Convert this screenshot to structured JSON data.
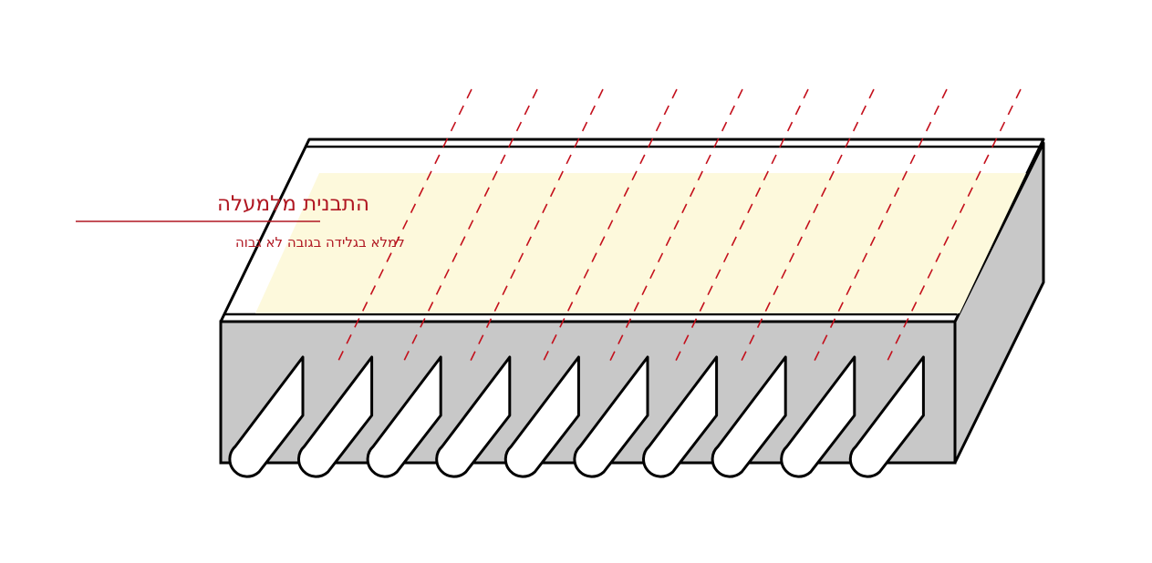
{
  "labels": {
    "title": "התבנית מלמעלה",
    "subtitle": "למלא בגלידה בגובה לא גבוה"
  },
  "colors": {
    "fill_area": "#fdf9dc",
    "mold_gray": "#c8c8c8",
    "outline": "#000000",
    "annotation": "#b01722",
    "cut_lines": "#c4101c"
  },
  "slot_count": 10,
  "cut_line_count": 9
}
